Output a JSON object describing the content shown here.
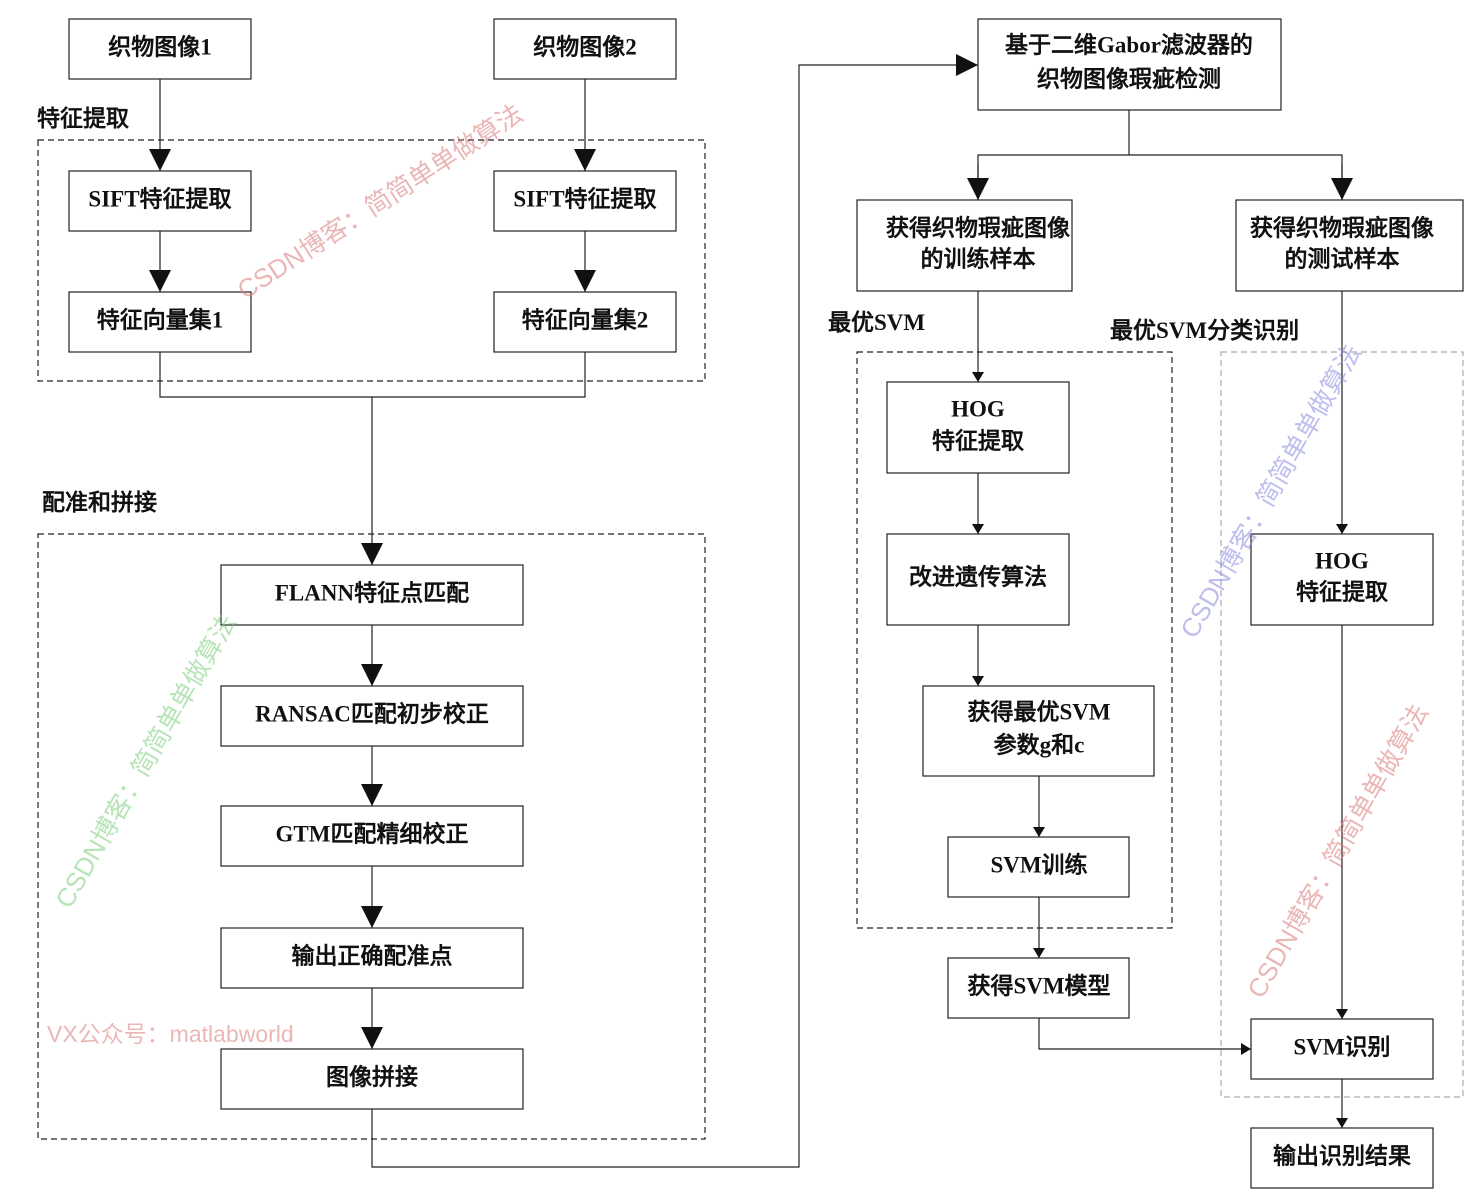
{
  "groups": {
    "feature_extraction": "特征提取",
    "registration_stitching": "配准和拼接",
    "optimal_svm": "最优SVM",
    "optimal_svm_classification": "最优SVM分类识别"
  },
  "nodes": {
    "fabric_image_1": "织物图像1",
    "fabric_image_2": "织物图像2",
    "sift_1": "SIFT特征提取",
    "sift_2": "SIFT特征提取",
    "feature_set_1": "特征向量集1",
    "feature_set_2": "特征向量集2",
    "flann": "FLANN特征点匹配",
    "ransac": "RANSAC匹配初步校正",
    "gtm": "GTM匹配精细校正",
    "output_points": "输出正确配准点",
    "stitching": "图像拼接",
    "gabor_line1": "基于二维Gabor滤波器的",
    "gabor_line2": "织物图像瑕疵检测",
    "train_line1": "获得织物瑕疵图像",
    "train_line2": "的训练样本",
    "test_line1": "获得织物瑕疵图像",
    "test_line2": "的测试样本",
    "hog_train_line1": "HOG",
    "hog_train_line2": "特征提取",
    "ga": "改进遗传算法",
    "best_params_line1": "获得最优SVM",
    "best_params_line2": "参数g和c",
    "svm_train": "SVM训练",
    "svm_model": "获得SVM模型",
    "hog_test_line1": "HOG",
    "hog_test_line2": "特征提取",
    "svm_recognize": "SVM识别",
    "output_result": "输出识别结果"
  },
  "watermarks": {
    "csdn": "CSDN博客：简简单单做算法",
    "vx": "VX公众号：matlabworld"
  },
  "colors": {
    "wm_red": "#d97b7b",
    "wm_green": "#7ccf7c",
    "wm_blue": "#8a8ae0"
  }
}
